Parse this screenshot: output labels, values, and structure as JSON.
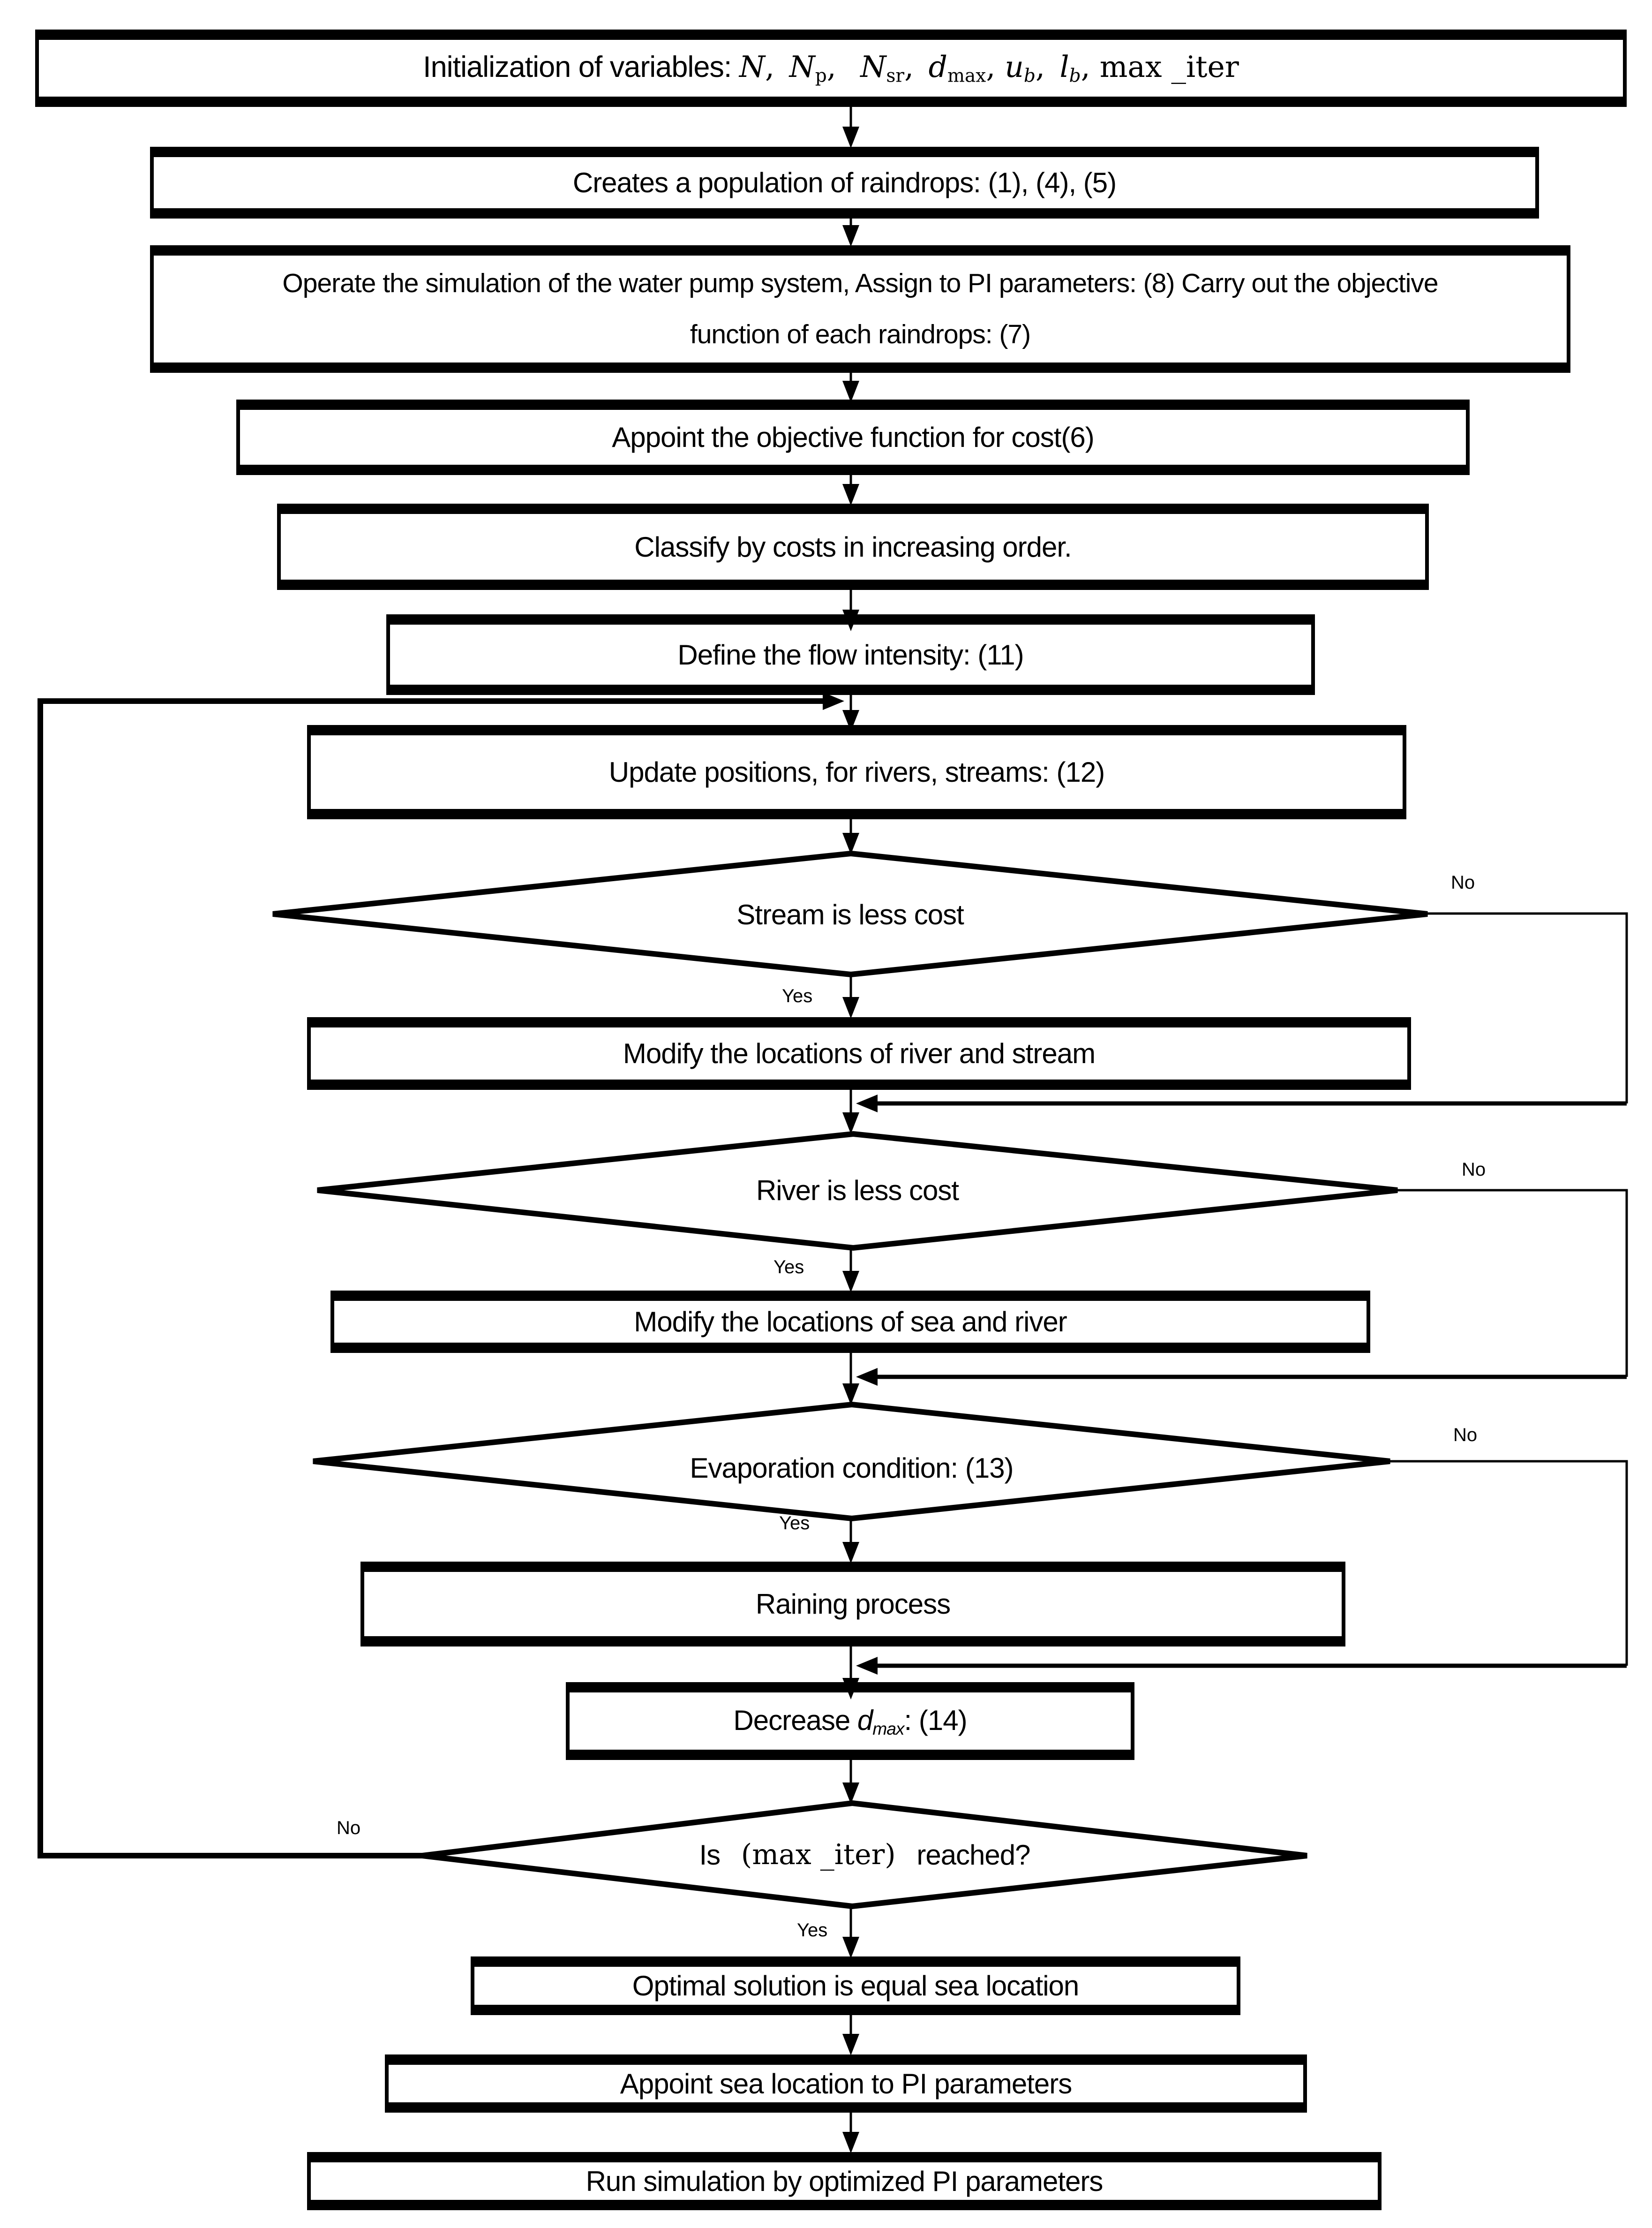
{
  "colors": {
    "ink": "#000000",
    "paper": "#ffffff"
  },
  "labels": {
    "yes": "Yes",
    "no": "No"
  },
  "nodes": {
    "init": {
      "segments": [
        {
          "t": "Initialization of variables: "
        },
        {
          "t": "N",
          "s": "it"
        },
        {
          "t": ", ",
          "s": "rm"
        },
        {
          "t": "N",
          "s": "it"
        },
        {
          "t": "p",
          "s": "sub"
        },
        {
          "t": ",  ",
          "s": "rm"
        },
        {
          "t": "N",
          "s": "it"
        },
        {
          "t": "sr",
          "s": "sub"
        },
        {
          "t": ", ",
          "s": "rm"
        },
        {
          "t": "d",
          "s": "it"
        },
        {
          "t": "max",
          "s": "sub"
        },
        {
          "t": ", ",
          "s": "rm"
        },
        {
          "t": "u",
          "s": "it"
        },
        {
          "t": "b",
          "s": "isub"
        },
        {
          "t": ", ",
          "s": "rm"
        },
        {
          "t": "l",
          "s": "it"
        },
        {
          "t": "b",
          "s": "isub"
        },
        {
          "t": ", max _iter",
          "s": "rm"
        }
      ]
    },
    "create": {
      "label": "Creates a population of raindrops: (1), (4), (5)"
    },
    "operate": {
      "segments": [
        {
          "t": "Operate the simulation of the water pump system, Assign to PI parameters: (8) Carry out the objective"
        },
        {
          "br": true
        },
        {
          "t": "function of each raindrops: (7)"
        }
      ]
    },
    "appoint_cost": {
      "label": "Appoint the objective function for cost(6)"
    },
    "classify": {
      "label": "Classify by costs in increasing order."
    },
    "flow_intensity": {
      "label": "Define the flow intensity: (11)"
    },
    "update_positions": {
      "label": "Update positions, for rivers, streams: (12)"
    },
    "stream_less": {
      "label": "Stream is less cost"
    },
    "modify_river_stream": {
      "label": "Modify the locations of river and stream"
    },
    "river_less": {
      "label": "River is less cost"
    },
    "modify_sea_river": {
      "label": "Modify the locations of sea and river"
    },
    "evaporation": {
      "label": "Evaporation condition: (13)"
    },
    "raining": {
      "label": "Raining process"
    },
    "decrease_dmax": {
      "segments": [
        {
          "t": "Decrease "
        },
        {
          "t": "d",
          "s": "sit"
        },
        {
          "t": "max",
          "s": "ssub"
        },
        {
          "t": ": (14)"
        }
      ]
    },
    "max_iter_reached": {
      "segments": [
        {
          "t": "Is  "
        },
        {
          "t": "(max _iter)",
          "s": "rm"
        },
        {
          "t": "  reached?"
        }
      ]
    },
    "optimal": {
      "label": "Optimal solution is equal sea location"
    },
    "appoint_sea": {
      "label": "Appoint sea location to PI parameters"
    },
    "run_sim": {
      "label": "Run simulation by optimized PI parameters"
    }
  }
}
